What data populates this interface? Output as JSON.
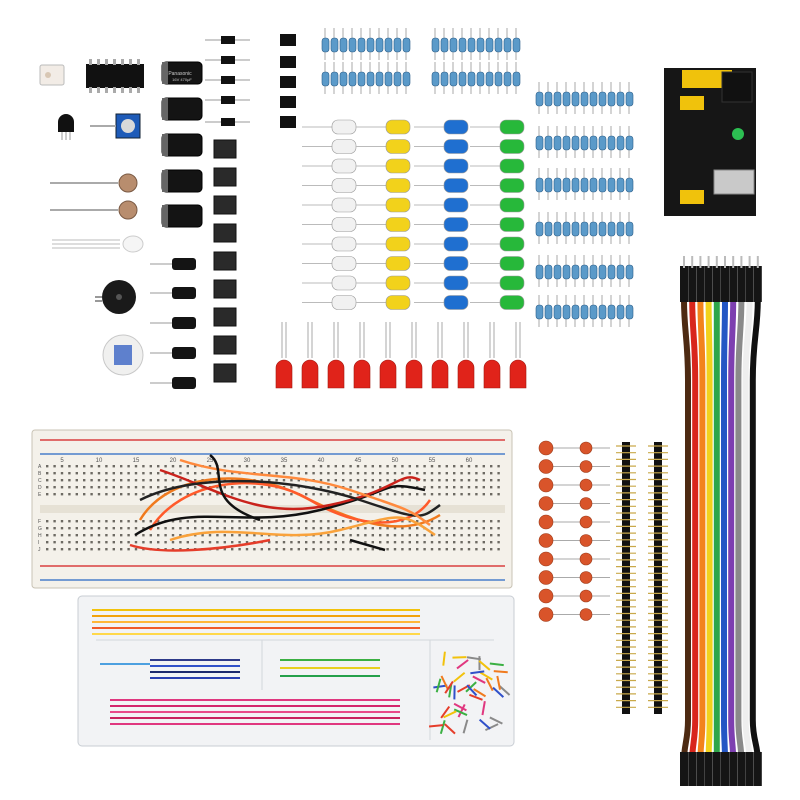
{
  "colors": {
    "background": "#ffffff",
    "pcb_black": "#1a1a1a",
    "resistor_blue": "#5b9ac9",
    "led_clear": "#f1f1f1",
    "led_yellow": "#f2d21b",
    "led_blue": "#1f6fd0",
    "led_green": "#27b83a",
    "led_red": "#e0231a",
    "capacitor_orange": "#d9542a",
    "breadboard": "#f4f1ea",
    "rail_red": "#d94040",
    "rail_blue": "#4a7fc9"
  },
  "labels": {
    "breadboard_columns": [
      "5",
      "10",
      "15",
      "20",
      "25",
      "30",
      "35",
      "40",
      "45",
      "50",
      "55",
      "60"
    ],
    "breadboard_rows_top": [
      "A",
      "B",
      "C",
      "D",
      "E"
    ],
    "breadboard_rows_bottom": [
      "F",
      "G",
      "H",
      "I",
      "J"
    ],
    "capacitor_mark": "Panasonic",
    "capacitor_value": "16V 470μF"
  },
  "icons": [
    "ic-chip-icon",
    "optocoupler-icon",
    "potentiometer-icon",
    "buzzer-icon",
    "power-module-icon",
    "jumper-ribbon-icon"
  ]
}
